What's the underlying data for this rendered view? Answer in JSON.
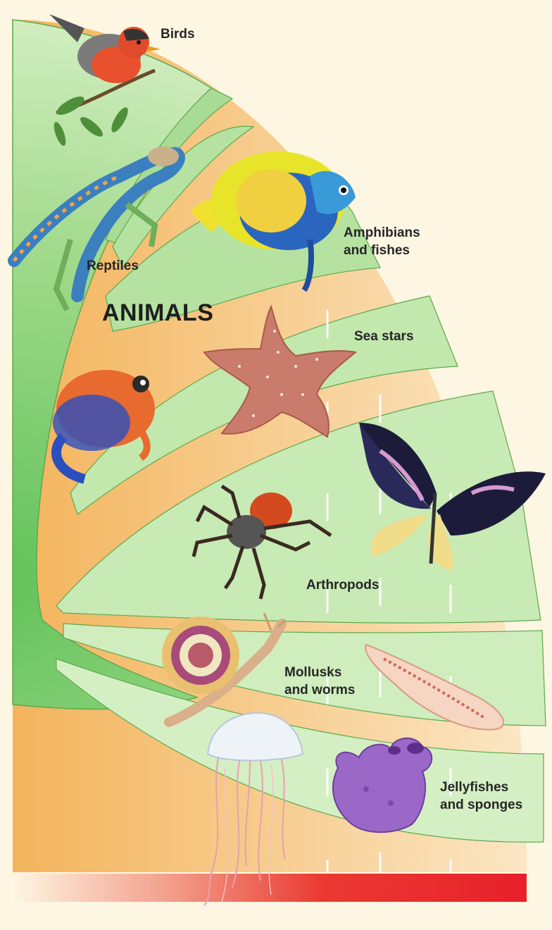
{
  "diagram": {
    "title": "ANIMALS",
    "groups": [
      {
        "id": "birds",
        "label": "Birds",
        "icon": "bird-icon"
      },
      {
        "id": "reptiles",
        "label": "Reptiles",
        "icon": "lizard-icon"
      },
      {
        "id": "amphibians-fishes",
        "label": "Amphibians\nand fishes",
        "icon": "fish-icon"
      },
      {
        "id": "sea-stars",
        "label": "Sea stars",
        "icon": "sea-star-icon"
      },
      {
        "id": "arthropods",
        "label": "Arthropods",
        "icon": "butterfly-icon"
      },
      {
        "id": "mollusks-worms",
        "label": "Mollusks\nand worms",
        "icon": "snail-icon"
      },
      {
        "id": "jellyfishes-sponges",
        "label": "Jellyfishes\nand sponges",
        "icon": "jellyfish-icon"
      }
    ],
    "extra_icons": [
      "frog-icon",
      "spider-icon",
      "flatworm-icon",
      "sponge-icon"
    ],
    "colors": {
      "background": "#fdf6e2",
      "fan_green": "#8fd07a",
      "fan_orange": "#f6c07a",
      "time_bar_red": "#e8202a"
    }
  }
}
